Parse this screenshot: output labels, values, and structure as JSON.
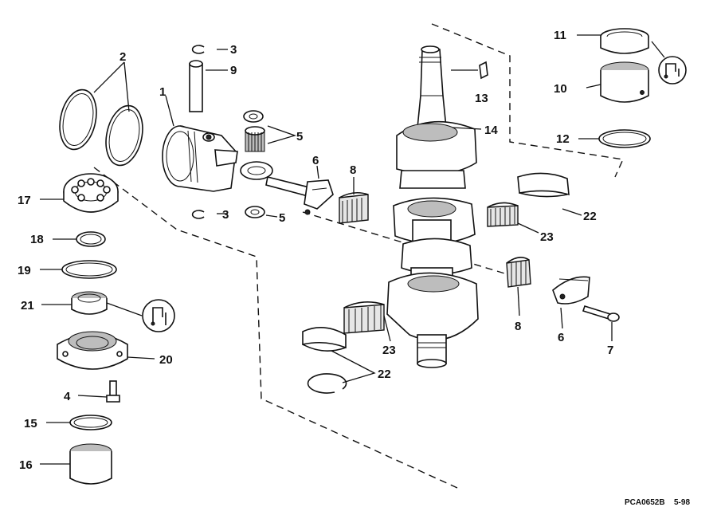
{
  "diagram": {
    "callouts": {
      "c1": "1",
      "c2": "2",
      "c3a": "3",
      "c3b": "3",
      "c4": "4",
      "c5a": "5",
      "c5b": "5",
      "c6a": "6",
      "c6b": "6",
      "c7": "7",
      "c8a": "8",
      "c8b": "8",
      "c9": "9",
      "c10": "10",
      "c11": "11",
      "c12": "12",
      "c13": "13",
      "c14": "14",
      "c15": "15",
      "c16": "16",
      "c17": "17",
      "c18": "18",
      "c19": "19",
      "c20": "20",
      "c21": "21",
      "c22a": "22",
      "c22b": "22",
      "c23a": "23",
      "c23b": "23"
    },
    "footer": {
      "code": "PCA0652B",
      "date": "5-98"
    },
    "icons": {
      "grease_symbol": "grease-icon"
    }
  }
}
